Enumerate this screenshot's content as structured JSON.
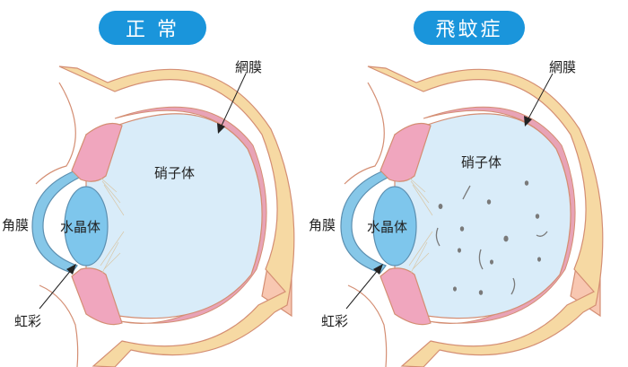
{
  "colors": {
    "title_pill": "#1a95db",
    "sclera": "#f6d9a3",
    "retina_layer": "#e8a3b6",
    "vitreous": "#d9ecf9",
    "lens": "#7ec6ec",
    "cornea": "#86c7e8",
    "iris": "#f0a6be",
    "optic_nerve": "#f8c7b1",
    "floaters": "#7a7a7a"
  },
  "panels": [
    {
      "title": "正 常",
      "labels": {
        "retina": "網膜",
        "vitreous": "硝子体",
        "cornea": "角膜",
        "lens": "水晶体",
        "iris": "虹彩"
      },
      "floaters": false
    },
    {
      "title": "飛蚊症",
      "labels": {
        "retina": "網膜",
        "vitreous": "硝子体",
        "cornea": "角膜",
        "lens": "水晶体",
        "iris": "虹彩"
      },
      "floaters": true
    }
  ]
}
